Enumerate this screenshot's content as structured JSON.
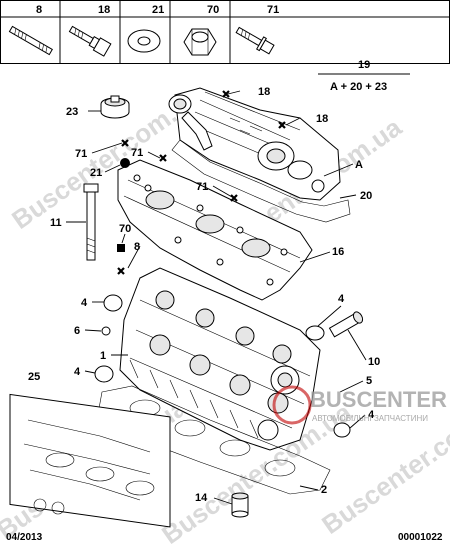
{
  "header_parts": [
    {
      "ref": "8",
      "icon": "long-stud-bolt-icon"
    },
    {
      "ref": "18",
      "icon": "shouldered-bolt-icon"
    },
    {
      "ref": "21",
      "icon": "washer-icon"
    },
    {
      "ref": "70",
      "icon": "hex-nut-icon"
    },
    {
      "ref": "71",
      "icon": "flange-bolt-icon"
    }
  ],
  "kit": {
    "ref": "19",
    "formula": "A + 20 + 23"
  },
  "callouts": {
    "c23": "23",
    "c18a": "18",
    "c18b": "18",
    "cA": "A",
    "c20": "20",
    "c71a": "71",
    "c21": "21",
    "c71b": "71",
    "c71c": "71",
    "c11": "11",
    "c70": "70",
    "c8": "8",
    "c16": "16",
    "c4a": "4",
    "c4b": "4",
    "c6": "6",
    "c10": "10",
    "c1": "1",
    "c4c": "4",
    "c25": "25",
    "c5": "5",
    "c4d": "4",
    "c14": "14",
    "c2": "2"
  },
  "watermark": {
    "brand": "BUSCENTER",
    "tagline": "АВТОМОБІЛЬНІ ЗАПЧАСТИНИ",
    "site": "Buscenter.com.ua"
  },
  "footer": {
    "date": "04/2013",
    "code": "00001022"
  }
}
